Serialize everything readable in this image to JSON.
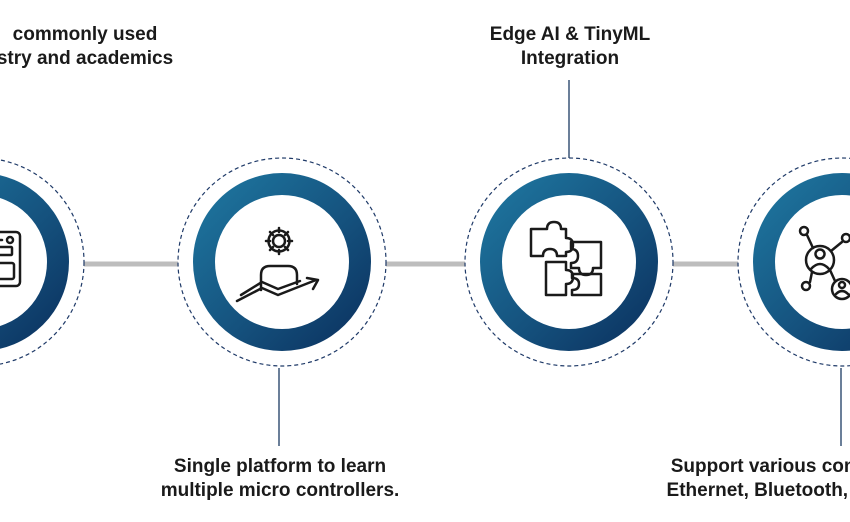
{
  "colors": {
    "ring_outer": "#0a2e5c",
    "ring_inner": "#1e6f95",
    "connector": "#bdbdbd",
    "dashed_border": "#1f3a68",
    "icon_stroke": "#1a1a1a",
    "text": "#1a1a1a"
  },
  "steps": [
    {
      "caption_lines": [
        "commonly used",
        "stry and academics"
      ],
      "icon": "circuit-board-icon"
    },
    {
      "caption_lines": [
        "Single platform to learn",
        "multiple micro controllers."
      ],
      "icon": "gear-person-growth-icon"
    },
    {
      "caption_lines": [
        "Edge AI & TinyML",
        "Integration"
      ],
      "icon": "puzzle-icon"
    },
    {
      "caption_lines": [
        "Support various commu",
        "Ethernet, Bluetooth, Zigb"
      ],
      "icon": "network-people-icon"
    }
  ]
}
